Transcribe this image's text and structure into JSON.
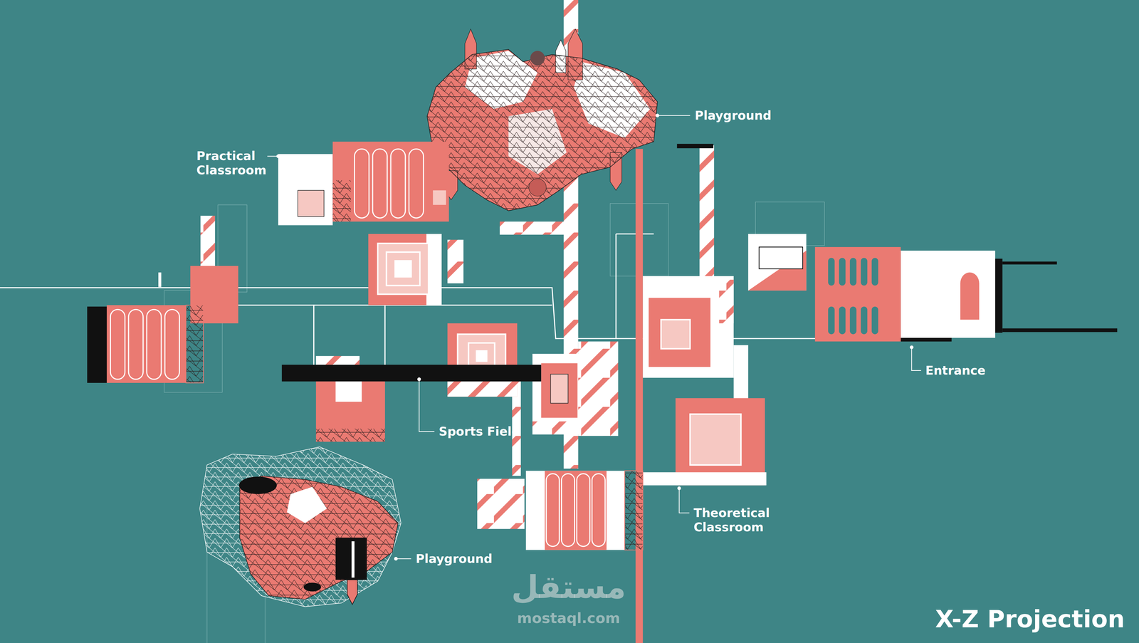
{
  "diagram": {
    "title": "X-Z Projection",
    "labels": [
      "Playground",
      "Practical Classroom",
      "Sports Field",
      "Playground",
      "Theoretical Classroom",
      "Entrance",
      "مستقل",
      "mostaql.com"
    ]
  }
}
